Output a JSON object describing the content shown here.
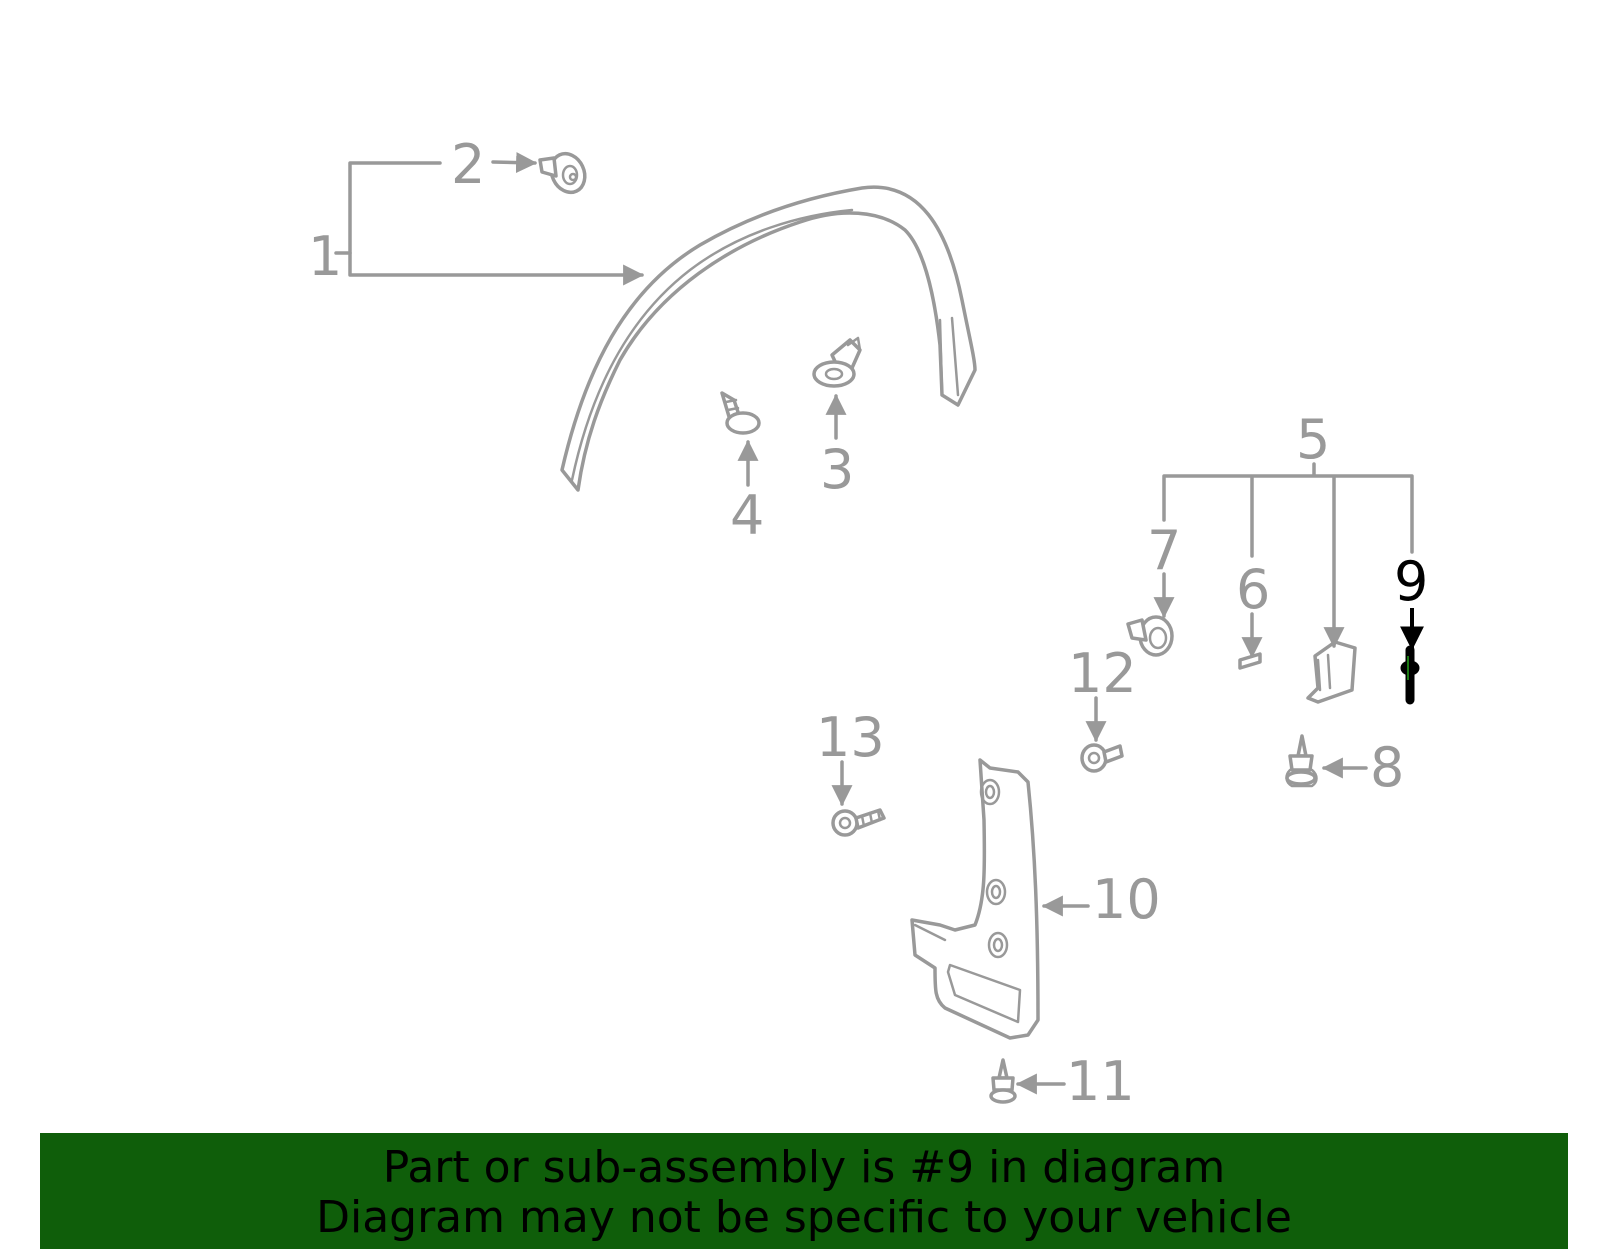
{
  "diagram": {
    "highlighted_part": "9",
    "callouts": [
      "1",
      "2",
      "3",
      "4",
      "5",
      "6",
      "7",
      "8",
      "9",
      "10",
      "11",
      "12",
      "13"
    ]
  },
  "banner": {
    "line1": "Part or sub-assembly is #9 in diagram",
    "line2": "Diagram may not be specific to your vehicle"
  },
  "colors": {
    "line_gray": "#999999",
    "highlight": "#000000",
    "banner_green": "#0f5e0a"
  }
}
